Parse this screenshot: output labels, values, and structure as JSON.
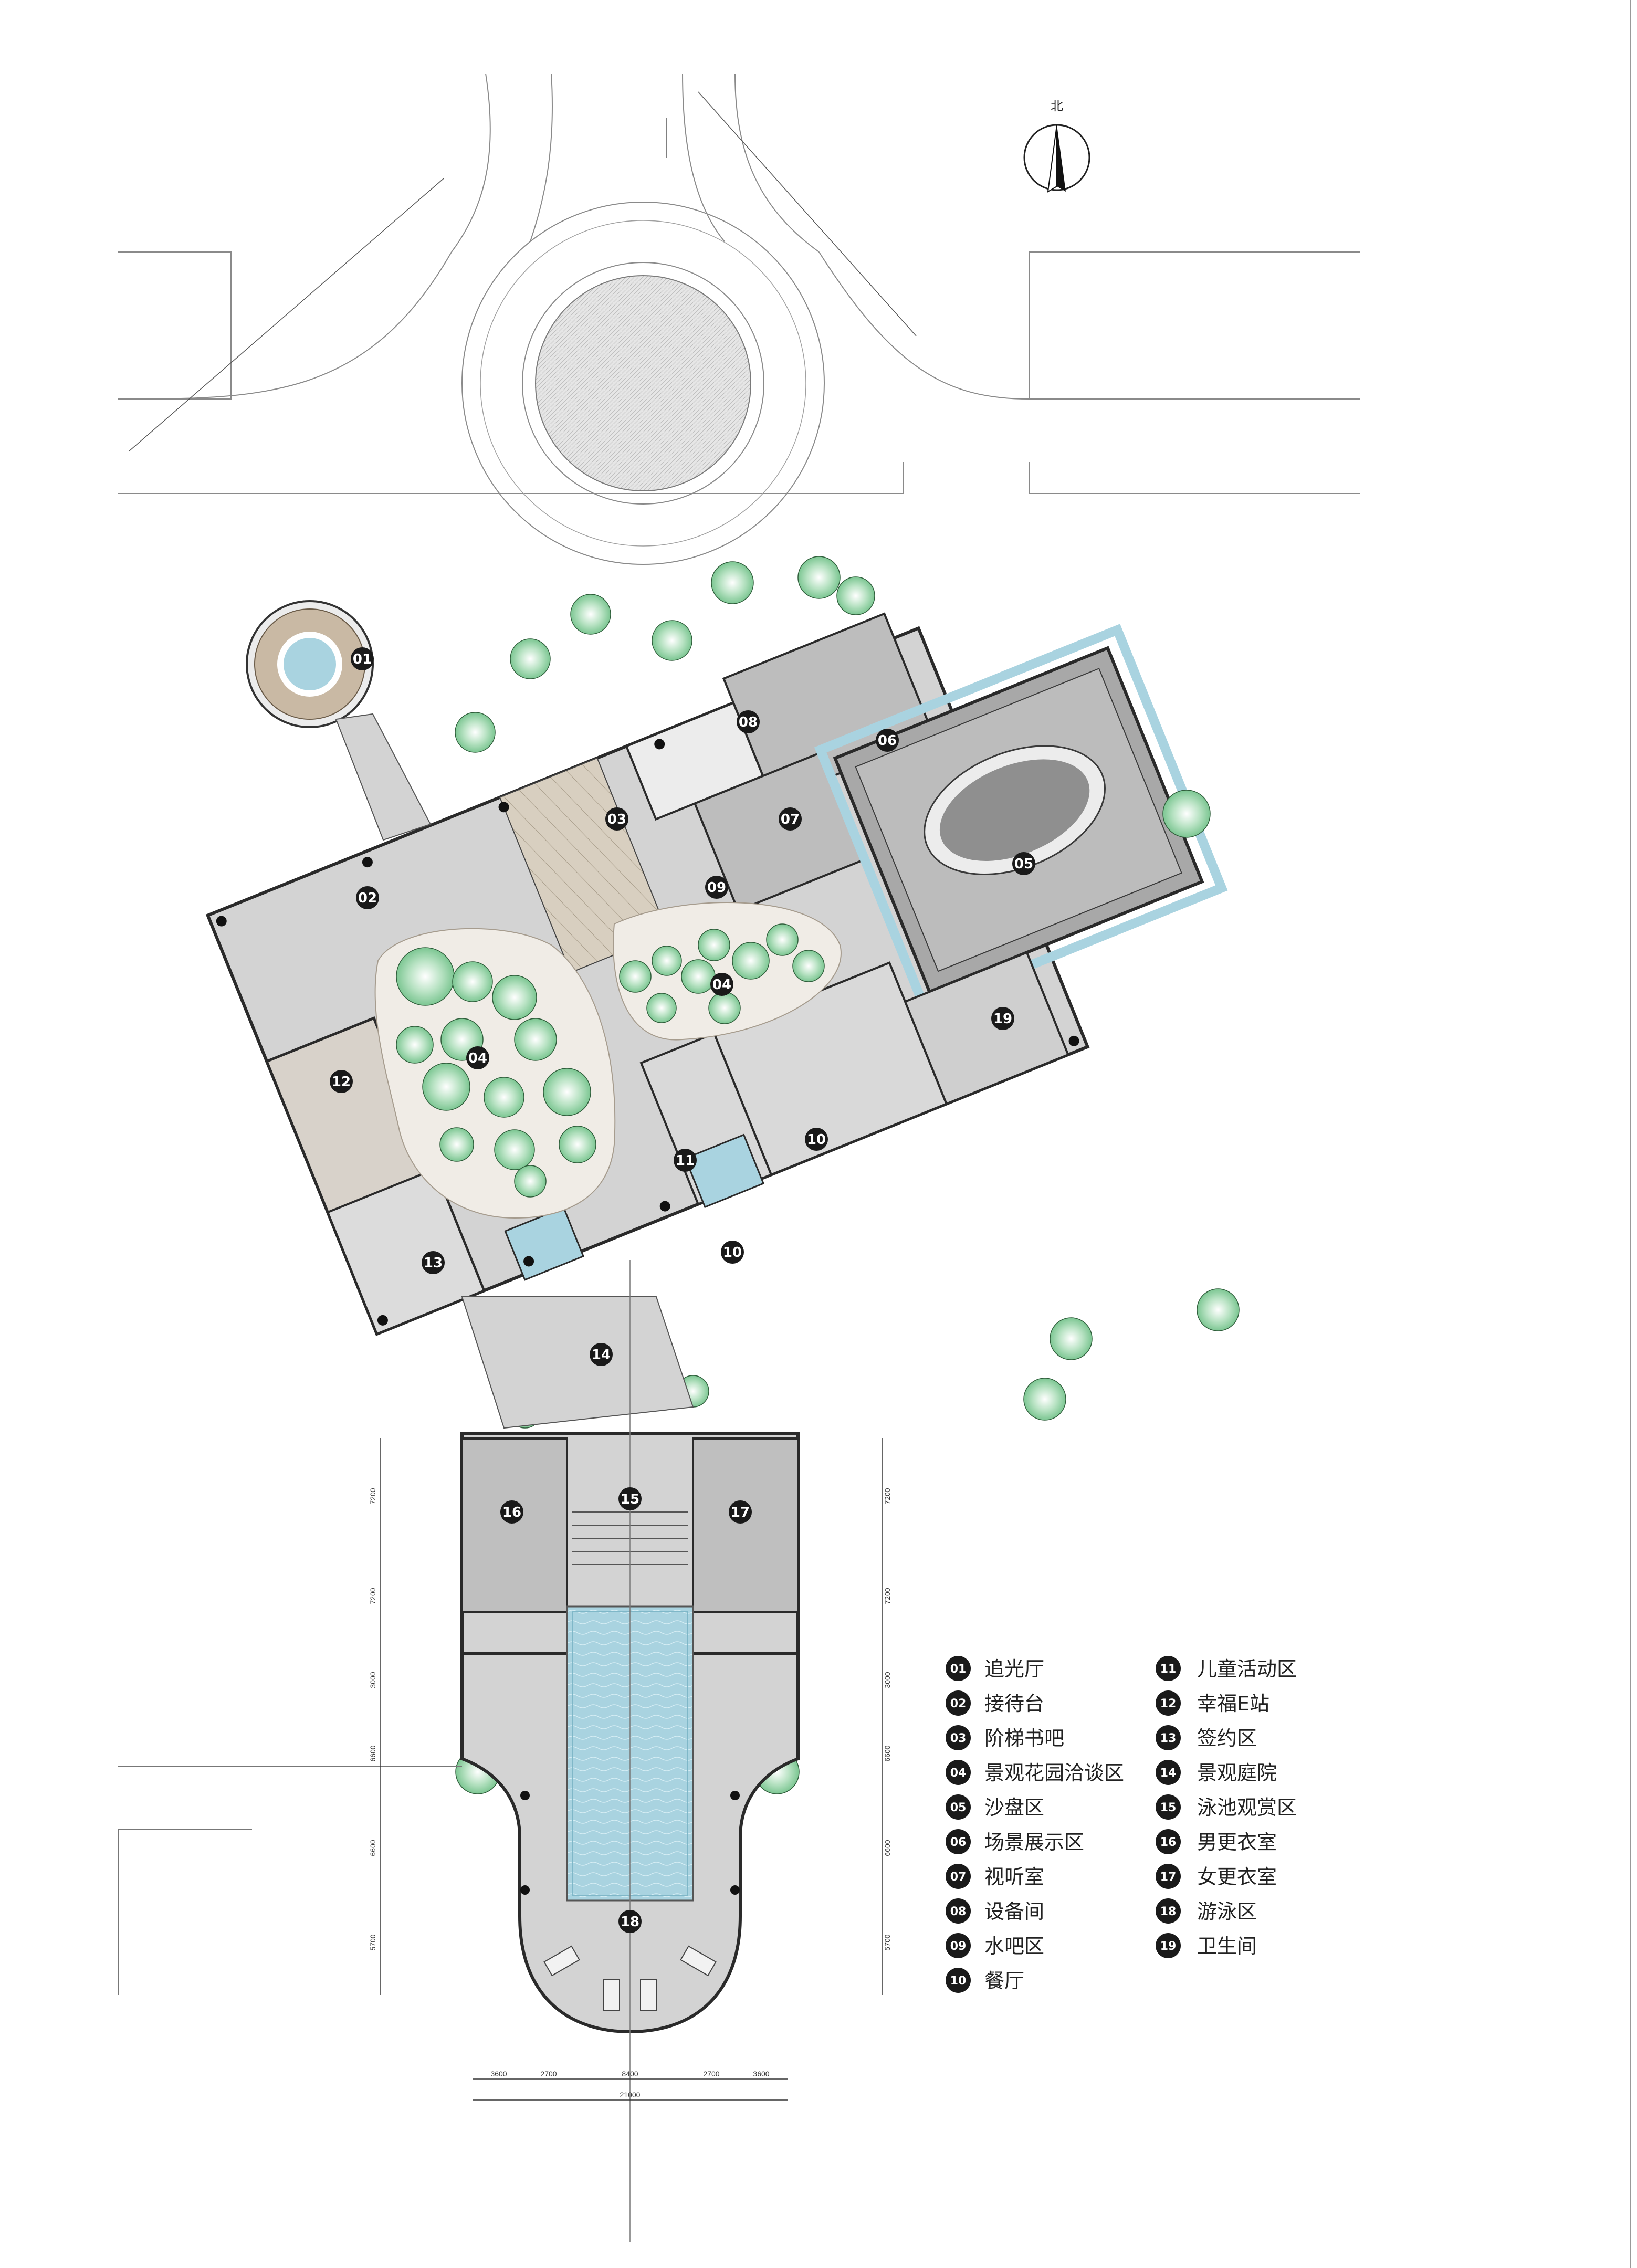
{
  "compass": {
    "label": "北"
  },
  "rooms": [
    {
      "num": "01"
    },
    {
      "num": "02"
    },
    {
      "num": "03"
    },
    {
      "num": "04"
    },
    {
      "num": "04"
    },
    {
      "num": "04"
    },
    {
      "num": "05"
    },
    {
      "num": "06"
    },
    {
      "num": "07"
    },
    {
      "num": "08"
    },
    {
      "num": "09"
    },
    {
      "num": "10"
    },
    {
      "num": "10"
    },
    {
      "num": "11"
    },
    {
      "num": "12"
    },
    {
      "num": "13"
    },
    {
      "num": "14"
    },
    {
      "num": "15"
    },
    {
      "num": "16"
    },
    {
      "num": "17"
    },
    {
      "num": "18"
    },
    {
      "num": "19"
    }
  ],
  "dimensions": {
    "bottom_segments": [
      "3600",
      "2700",
      "8400",
      "2700",
      "3600"
    ],
    "bottom_total": "21000",
    "pool_side_left": [
      "7200",
      "7200",
      "3000",
      "6600",
      "6600",
      "5700"
    ],
    "pool_side_right": [
      "7200",
      "7200",
      "3000",
      "6600",
      "6600",
      "5700"
    ]
  },
  "legend": {
    "left": [
      {
        "num": "01",
        "label": "追光厅"
      },
      {
        "num": "02",
        "label": "接待台"
      },
      {
        "num": "03",
        "label": "阶梯书吧"
      },
      {
        "num": "04",
        "label": "景观花园洽谈区"
      },
      {
        "num": "05",
        "label": "沙盘区"
      },
      {
        "num": "06",
        "label": "场景展示区"
      },
      {
        "num": "07",
        "label": "视听室"
      },
      {
        "num": "08",
        "label": "设备间"
      },
      {
        "num": "09",
        "label": "水吧区"
      },
      {
        "num": "10",
        "label": "餐厅"
      }
    ],
    "right": [
      {
        "num": "11",
        "label": "儿童活动区"
      },
      {
        "num": "12",
        "label": "幸福E站"
      },
      {
        "num": "13",
        "label": "签约区"
      },
      {
        "num": "14",
        "label": "景观庭院"
      },
      {
        "num": "15",
        "label": "泳池观赏区"
      },
      {
        "num": "16",
        "label": "男更衣室"
      },
      {
        "num": "17",
        "label": "女更衣室"
      },
      {
        "num": "18",
        "label": "游泳区"
      },
      {
        "num": "19",
        "label": "卫生间"
      }
    ]
  },
  "colors": {
    "floor": "#c9c9c9",
    "floor_light": "#d9d9d9",
    "wall": "#2a2a2a",
    "water": "#a9d3e0",
    "tree": "#8fd0a1",
    "wood": "#d8cfc0",
    "marker": "#1a1a1a"
  }
}
